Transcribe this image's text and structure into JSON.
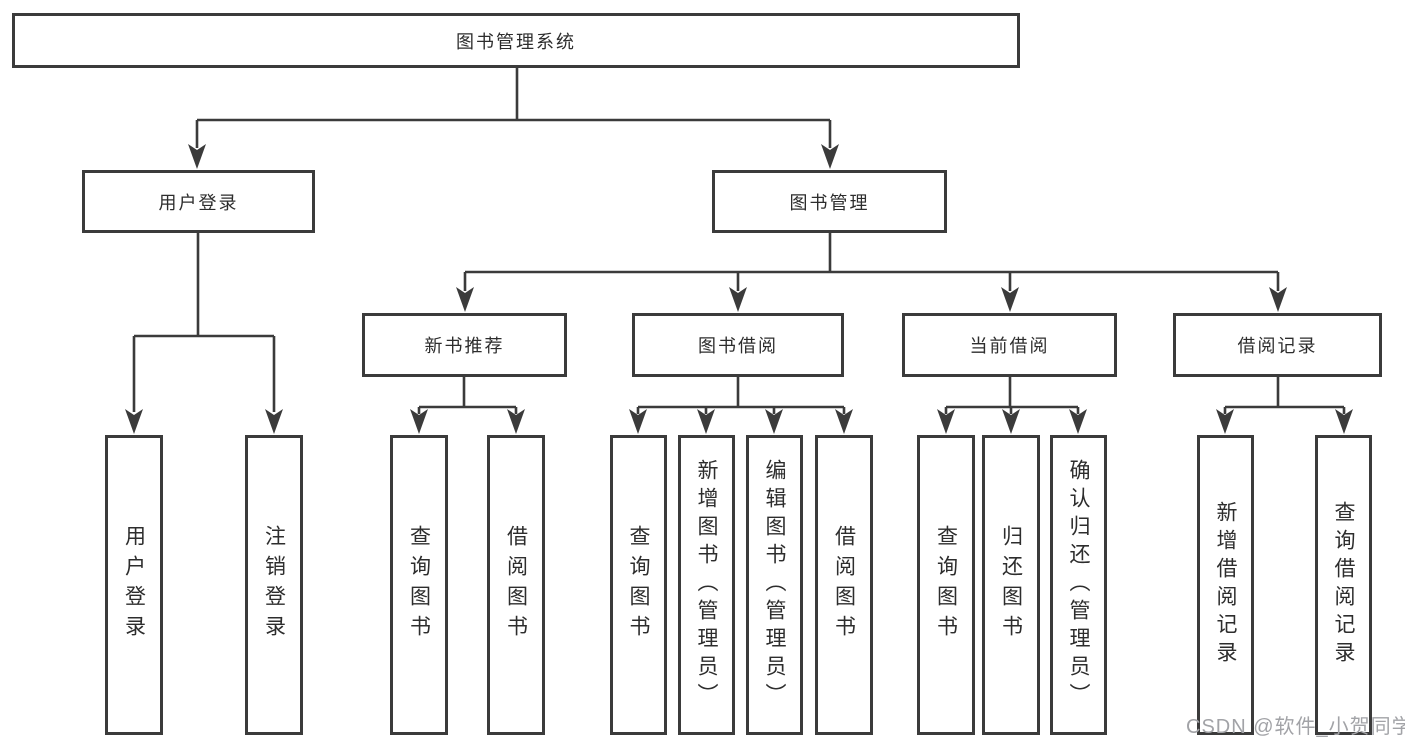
{
  "colors": {
    "line": "#3b3b3b",
    "text": "#2d2d2d",
    "box_background": "#ffffff",
    "page_background": "#ffffff",
    "watermark": "#a2a3a7"
  },
  "watermark": {
    "text": "CSDN @软件_小贺同学"
  },
  "nodes": {
    "root": {
      "label": "图书管理系统"
    },
    "user_login": {
      "label": "用户登录"
    },
    "book_mgmt": {
      "label": "图书管理"
    },
    "new_book": {
      "label": "新书推荐"
    },
    "book_borrow": {
      "label": "图书借阅"
    },
    "current_borrow": {
      "label": "当前借阅"
    },
    "borrow_record": {
      "label": "借阅记录"
    },
    "leaf_user_login": {
      "label": "用户登录"
    },
    "leaf_logout": {
      "label": "注销登录"
    },
    "nb_query_book": {
      "label": "查询图书"
    },
    "nb_borrow_book": {
      "label": "借阅图书"
    },
    "bb_query_book": {
      "label": "查询图书"
    },
    "bb_add_book": {
      "label": "新增图书（管理员）"
    },
    "bb_edit_book": {
      "label": "编辑图书（管理员）"
    },
    "bb_borrow_book": {
      "label": "借阅图书"
    },
    "cb_query_book": {
      "label": "查询图书"
    },
    "cb_return_book": {
      "label": "归还图书"
    },
    "cb_confirm_return": {
      "label": "确认归还（管理员）"
    },
    "br_add_record": {
      "label": "新增借阅记录"
    },
    "br_query_record": {
      "label": "查询借阅记录"
    }
  },
  "hierarchy": {
    "图书管理系统": {
      "用户登录": [
        "用户登录",
        "注销登录"
      ],
      "图书管理": {
        "新书推荐": [
          "查询图书",
          "借阅图书"
        ],
        "图书借阅": [
          "查询图书",
          "新增图书（管理员）",
          "编辑图书（管理员）",
          "借阅图书"
        ],
        "当前借阅": [
          "查询图书",
          "归还图书",
          "确认归还（管理员）"
        ],
        "借阅记录": [
          "新增借阅记录",
          "查询借阅记录"
        ]
      }
    }
  }
}
